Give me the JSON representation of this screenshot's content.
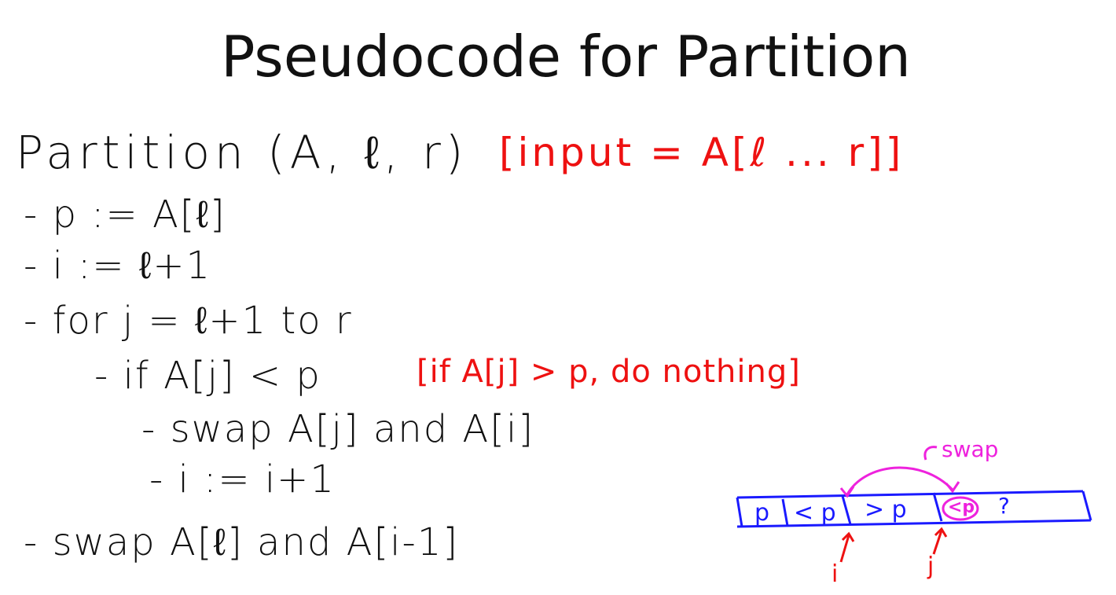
{
  "slide": {
    "title": "Pseudocode for Partition"
  },
  "pseudocode": {
    "signature": "Partition (A, ℓ, r)",
    "input_note": "[input = A[ℓ ... r]]",
    "lines": [
      "- p := A[ℓ]",
      "- i := ℓ+1",
      "- for j = ℓ+1 to r",
      "- if A[j] < p",
      "- swap A[j] and A[i]",
      "- i := i+1",
      "- swap A[ℓ] and A[i-1]"
    ],
    "if_note": "[if A[j] > p, do nothing]"
  },
  "diagram": {
    "swap_label": "swap",
    "cells": [
      "p",
      "< p",
      "> p",
      "<p",
      "?"
    ],
    "pointer_i": "i",
    "pointer_j": "j"
  },
  "colors": {
    "ink": "#111111",
    "annotation": "#ee1111",
    "array": "#1a1aff",
    "swap": "#ee22dd"
  }
}
